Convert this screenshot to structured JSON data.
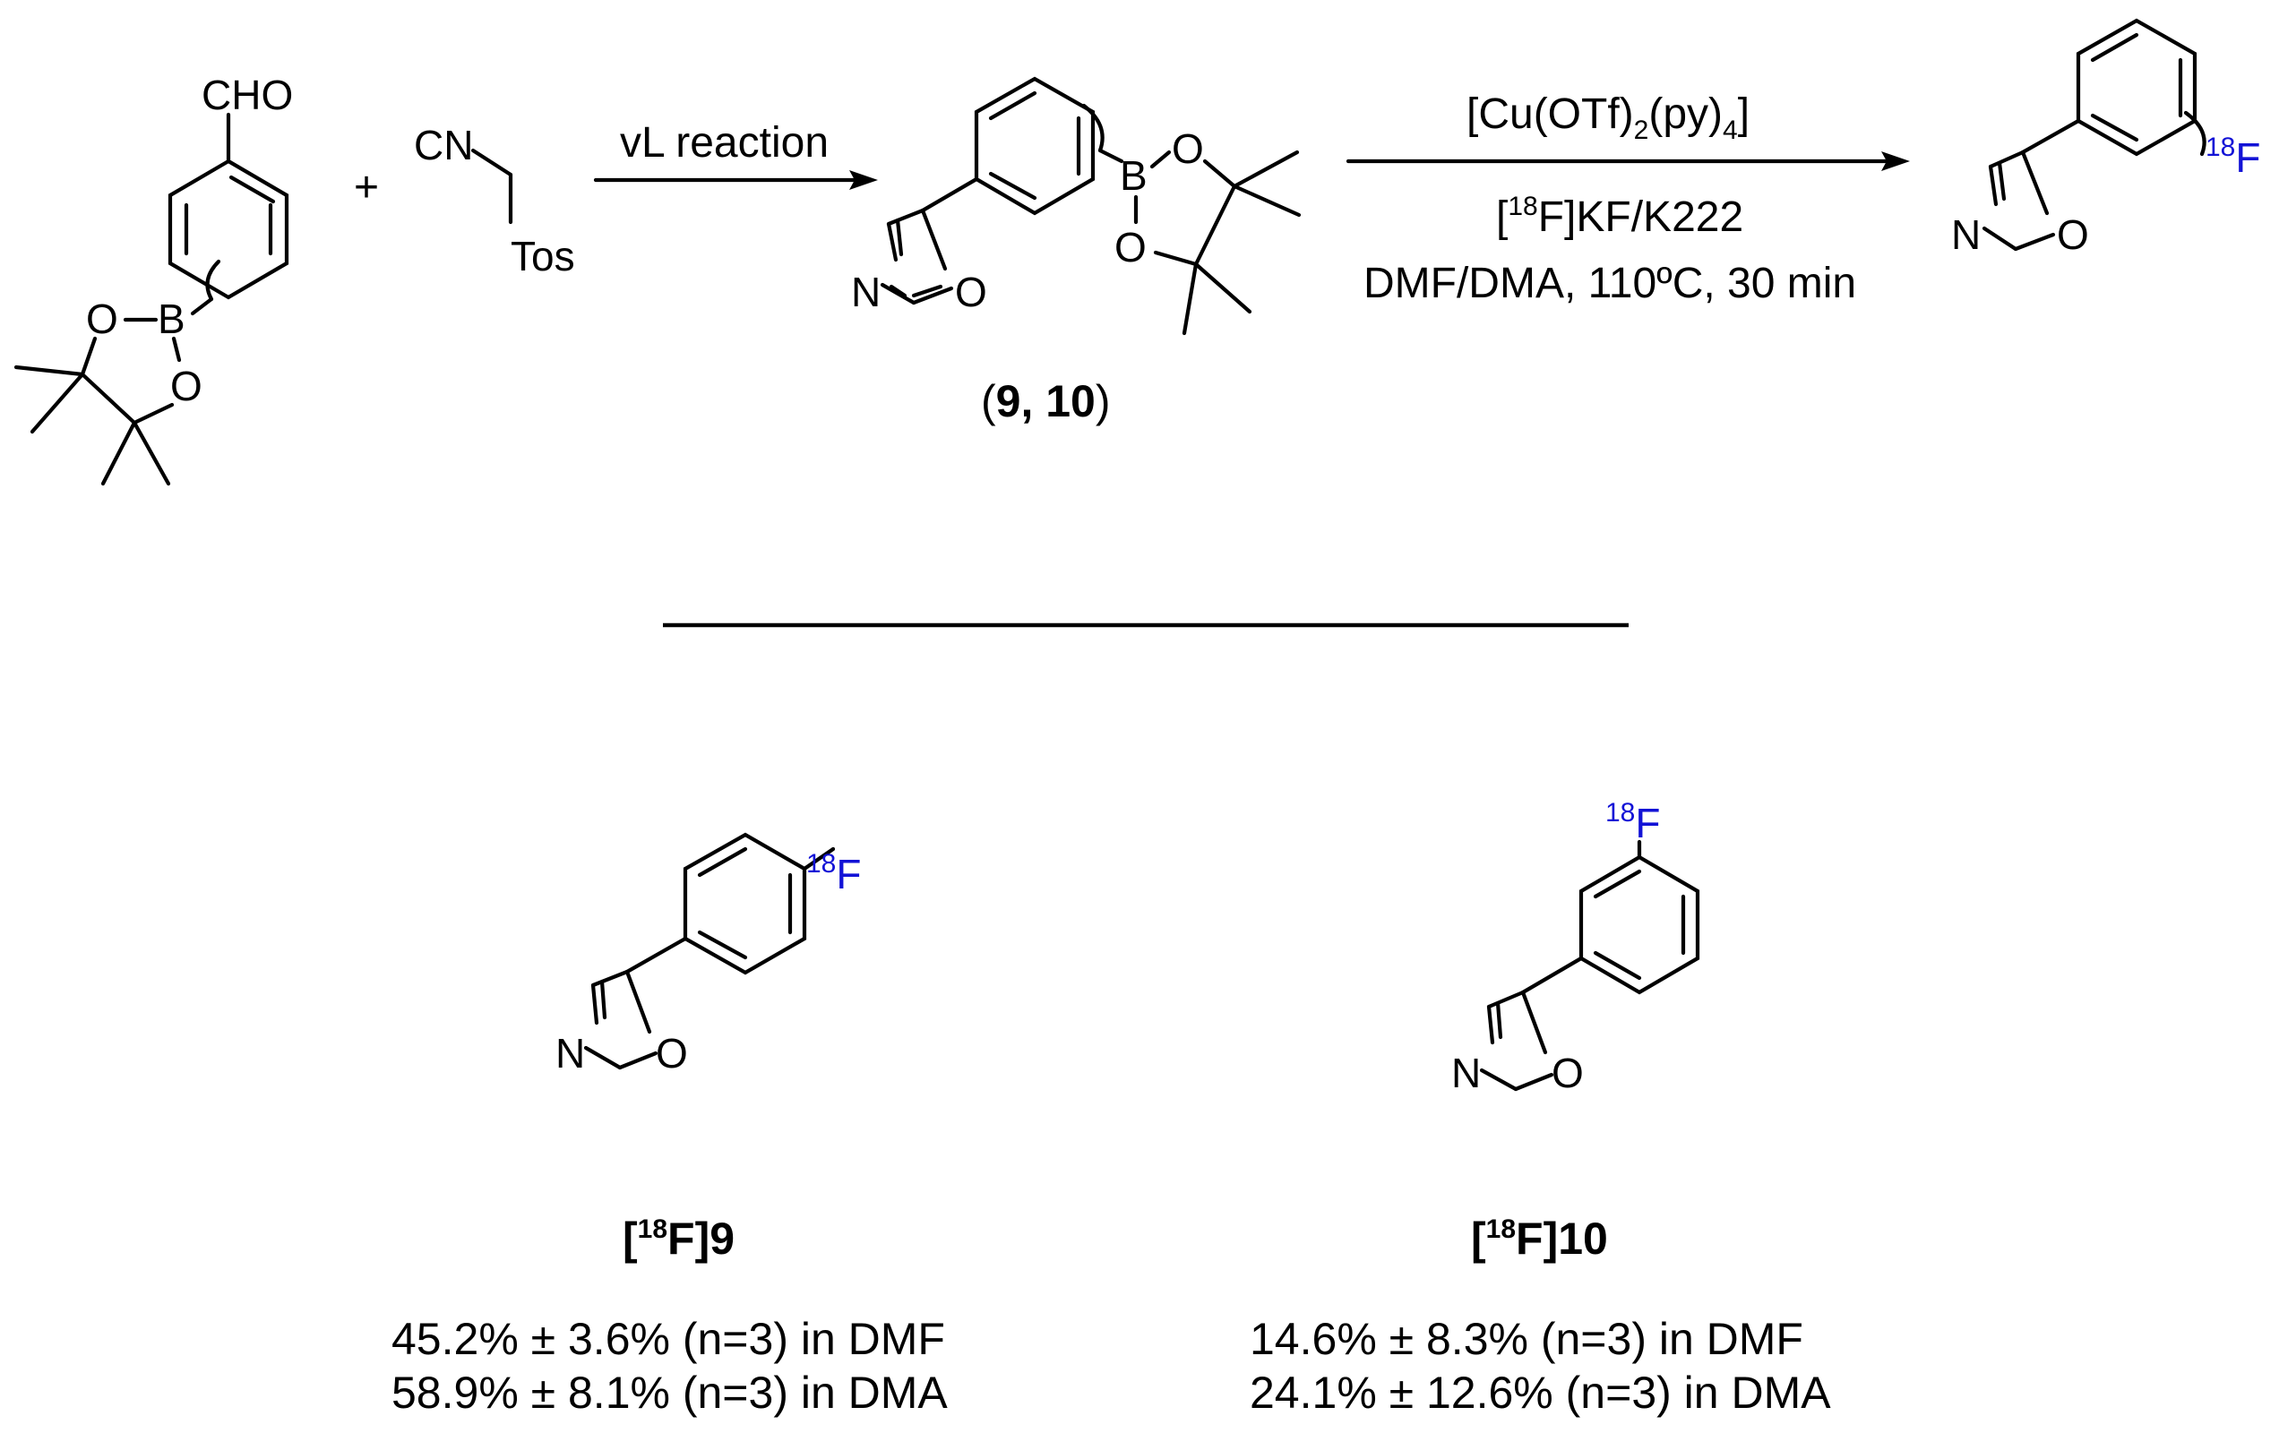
{
  "reagents": {
    "aldehyde_group": "CHO",
    "boron": "B",
    "oxygen": "O",
    "plus": "+",
    "tosmic_cn": "CN",
    "tosmic_tos": "Tos"
  },
  "step1": {
    "arrow_label": "vL reaction"
  },
  "intermediate": {
    "nitrogen": "N",
    "oxygen": "O",
    "label_open": "(",
    "label_nums": "9, 10",
    "label_close": ")"
  },
  "step2": {
    "reagent_catalyst": "[Cu(OTf)",
    "reagent_catalyst_sub": "2",
    "reagent_catalyst_mid": "(py)",
    "reagent_catalyst_sub2": "4",
    "reagent_catalyst_end": "]",
    "fluoride_open": "[",
    "fluoride_sup": "18",
    "fluoride_rest": "F]KF/K222",
    "conditions": "DMF/DMA, 110ºC, 30 min"
  },
  "product_general": {
    "fluorine_sup": "18",
    "fluorine": "F"
  },
  "products": [
    {
      "label_open": "[",
      "label_sup": "18",
      "label_rest": "F]9",
      "yield_dmf": "45.2% ± 3.6% (n=3) in DMF",
      "yield_dma": "58.9% ± 8.1% (n=3) in DMA"
    },
    {
      "label_open": "[",
      "label_sup": "18",
      "label_rest": "F]10",
      "yield_dmf": "14.6% ± 8.3% (n=3) in DMF",
      "yield_dma": "24.1% ± 12.6% (n=3) in DMA"
    }
  ],
  "colors": {
    "fluorine": "#1212d6",
    "bonds": "#000000"
  }
}
